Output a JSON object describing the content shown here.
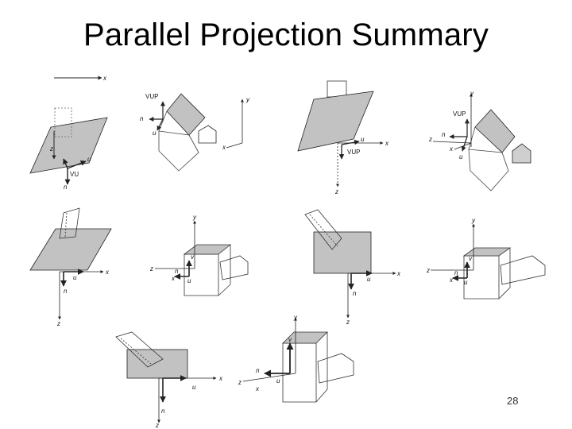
{
  "slide": {
    "title": "Parallel Projection Summary",
    "page_number": "28"
  },
  "labels": {
    "x": "x",
    "y": "y",
    "z": "z",
    "u": "u",
    "v": "v",
    "n": "n",
    "vup": "VUP",
    "vu": "VU"
  },
  "colors": {
    "plane_fill": "#c2c2c2",
    "line": "#222222",
    "dashed": "#555555"
  },
  "figures": [
    {
      "name": "oblique-plane-figure-1"
    },
    {
      "name": "house-figure-vup-1"
    },
    {
      "name": "oblique-plane-figure-2"
    },
    {
      "name": "house-figure-vup-2"
    },
    {
      "name": "plane-figure-3"
    },
    {
      "name": "house-axes-figure-3"
    },
    {
      "name": "square-plane-figure-4"
    },
    {
      "name": "house-axes-figure-4"
    },
    {
      "name": "rect-plane-figure-5"
    },
    {
      "name": "house-axes-figure-5"
    }
  ]
}
